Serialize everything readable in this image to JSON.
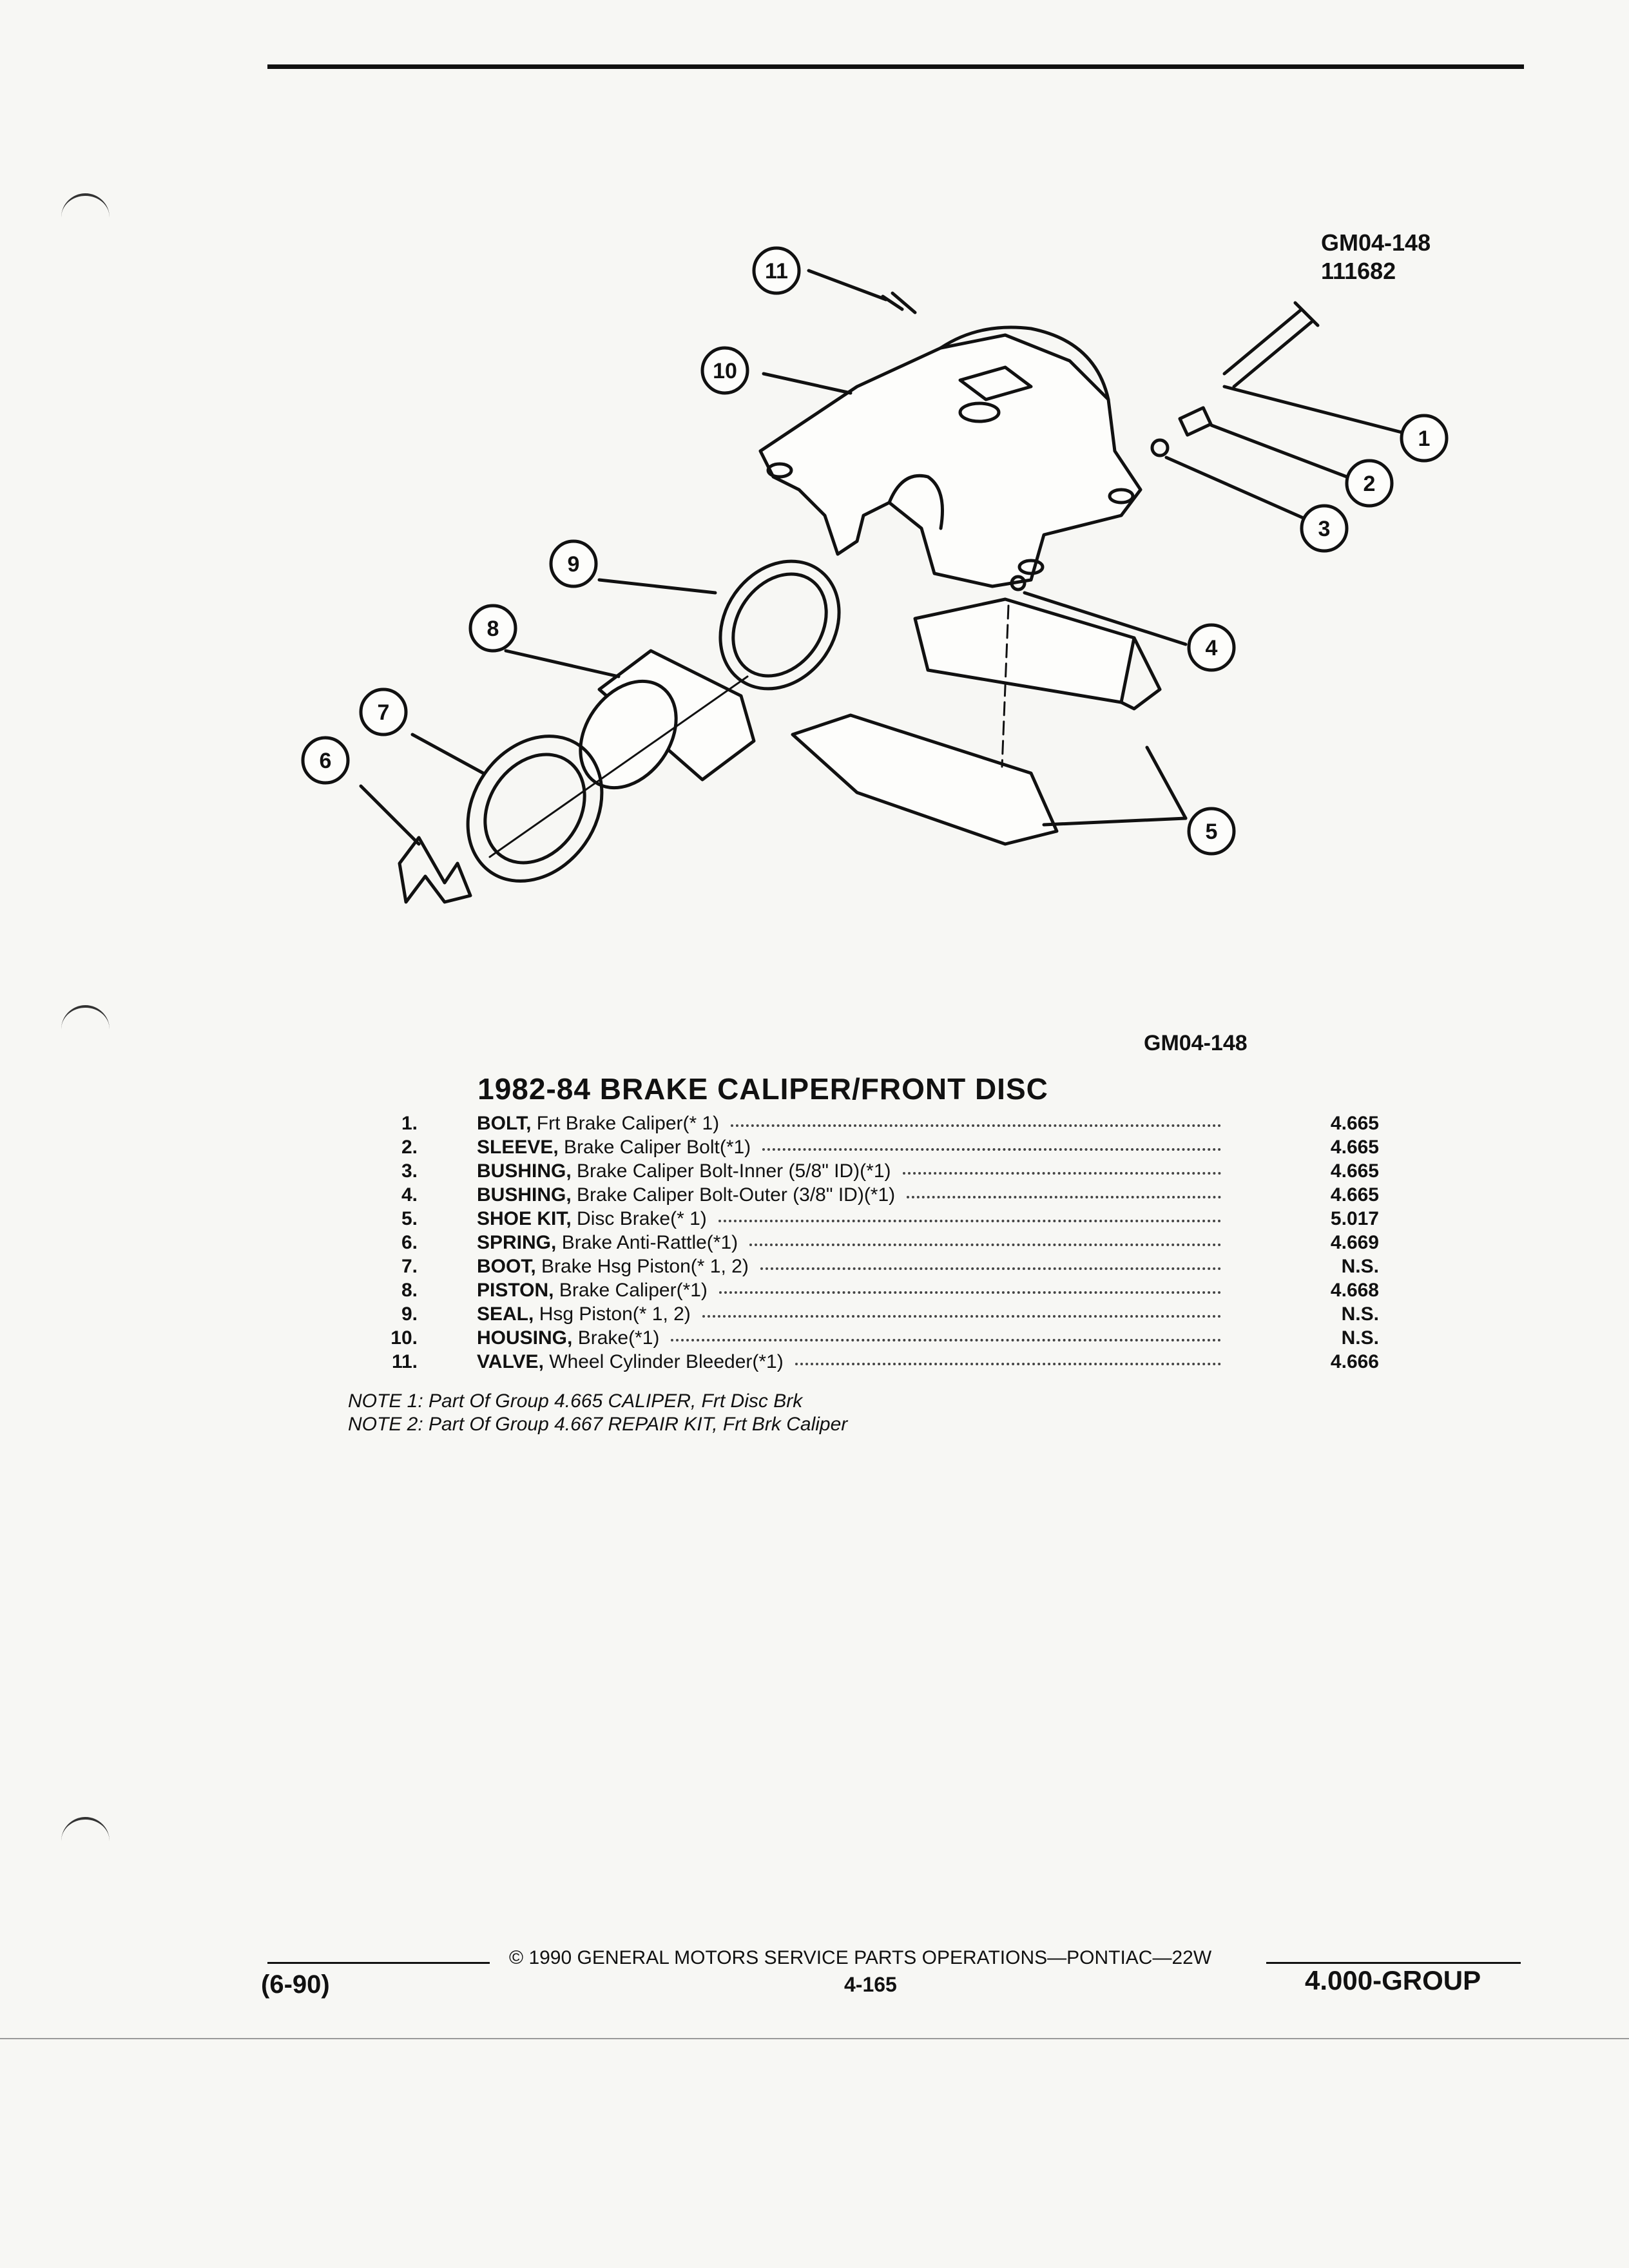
{
  "figure": {
    "code_top": "GM04-148",
    "code_number": "111682",
    "caption_code": "GM04-148",
    "callouts": [
      "1",
      "2",
      "3",
      "4",
      "5",
      "6",
      "7",
      "8",
      "9",
      "10",
      "11"
    ]
  },
  "title": "1982-84 BRAKE CALIPER/FRONT DISC",
  "parts": [
    {
      "num": "1.",
      "name": "BOLT,",
      "desc": " Frt Brake Caliper(* 1)",
      "group": "4.665"
    },
    {
      "num": "2.",
      "name": "SLEEVE,",
      "desc": " Brake Caliper Bolt(*1)",
      "group": "4.665"
    },
    {
      "num": "3.",
      "name": "BUSHING,",
      "desc": " Brake Caliper Bolt-Inner (5/8\" ID)(*1)",
      "group": "4.665"
    },
    {
      "num": "4.",
      "name": "BUSHING,",
      "desc": " Brake Caliper Bolt-Outer (3/8\" ID)(*1)",
      "group": "4.665"
    },
    {
      "num": "5.",
      "name": "SHOE KIT,",
      "desc": " Disc Brake(* 1)",
      "group": "5.017"
    },
    {
      "num": "6.",
      "name": "SPRING,",
      "desc": " Brake Anti-Rattle(*1)",
      "group": "4.669"
    },
    {
      "num": "7.",
      "name": "BOOT,",
      "desc": " Brake Hsg Piston(* 1, 2)",
      "group": "N.S."
    },
    {
      "num": "8.",
      "name": "PISTON,",
      "desc": " Brake Caliper(*1)",
      "group": "4.668"
    },
    {
      "num": "9.",
      "name": "SEAL,",
      "desc": " Hsg Piston(* 1, 2)",
      "group": "N.S."
    },
    {
      "num": "10.",
      "name": "HOUSING,",
      "desc": " Brake(*1)",
      "group": "N.S."
    },
    {
      "num": "11.",
      "name": "VALVE,",
      "desc": " Wheel Cylinder Bleeder(*1)",
      "group": "4.666"
    }
  ],
  "notes": [
    "NOTE 1: Part Of Group 4.665 CALIPER, Frt Disc Brk",
    "NOTE 2: Part Of Group 4.667 REPAIR KIT, Frt Brk Caliper"
  ],
  "footer": {
    "copyright": "© 1990 GENERAL MOTORS SERVICE PARTS OPERATIONS—PONTIAC—22W",
    "date": "(6-90)",
    "page": "4-165",
    "group": "4.000-GROUP"
  }
}
